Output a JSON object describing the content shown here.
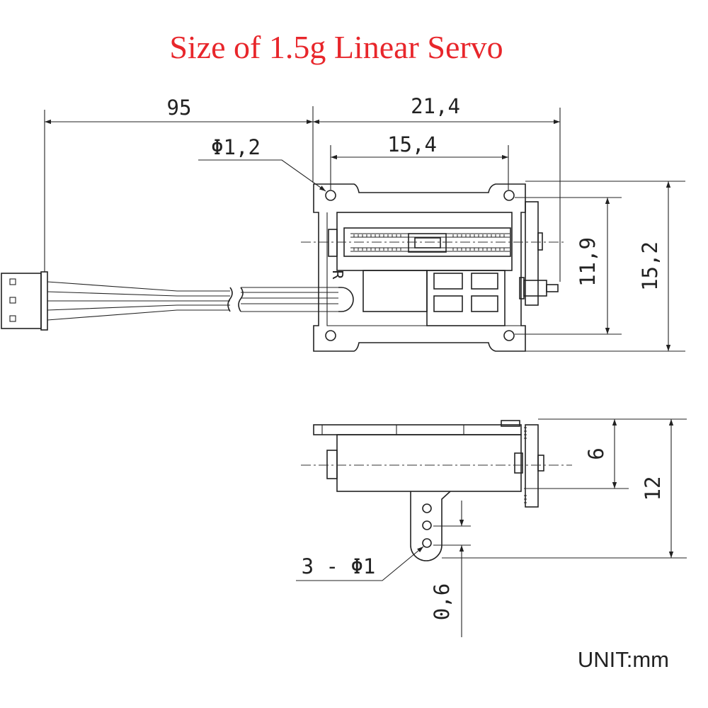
{
  "title": "Size of  1.5g Linear Servo",
  "unit_label": "UNIT:mm",
  "top_view": {
    "cable_length": "95",
    "overall_length": "21,4",
    "hole_spacing": "15,4",
    "hole_diameter": "Φ1,2",
    "hole_spacing_vertical": "11,9",
    "overall_width": "15,2",
    "marking": "R"
  },
  "side_view": {
    "slider_height": "6",
    "overall_height": "12",
    "arm_holes": "3 - Φ1",
    "hole_pitch": "0,6"
  }
}
